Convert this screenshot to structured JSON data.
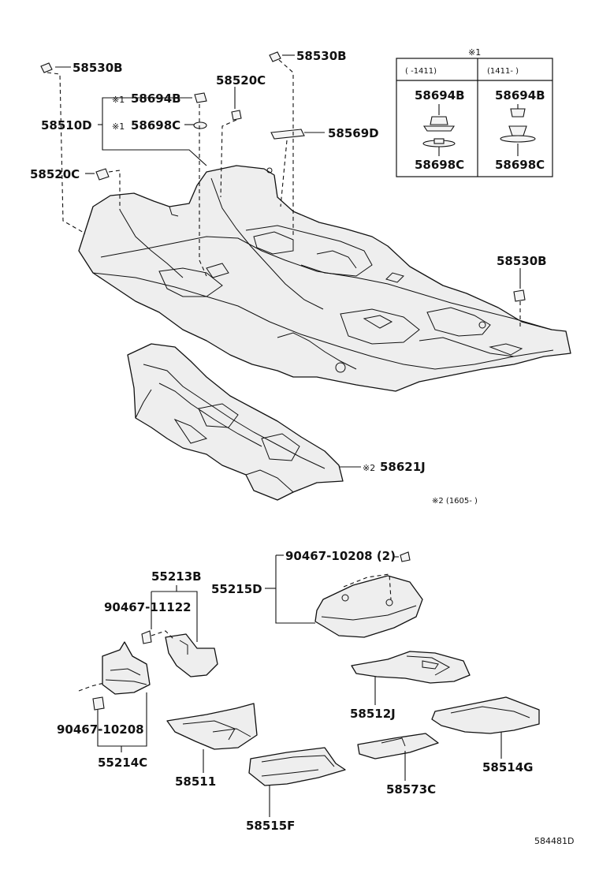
{
  "parts": {
    "p58530B_a": "58530B",
    "p58530B_b": "58530B",
    "p58530B_c": "58530B",
    "p58520C_a": "58520C",
    "p58520C_b": "58520C",
    "p58694B": "58694B",
    "p58698C": "58698C",
    "p58510D": "58510D",
    "p58569D": "58569D",
    "p58621J": "58621J",
    "p55213B": "55213B",
    "p55215D": "55215D",
    "p90467_10208_2": "90467-10208 (2)",
    "p90467_11122": "90467-11122",
    "p90467_10208": "90467-10208",
    "p55214C": "55214C",
    "p58511": "58511",
    "p58512J": "58512J",
    "p58514G": "58514G",
    "p58515F": "58515F",
    "p58573C": "58573C"
  },
  "marks": {
    "note1": "※1",
    "note2": "※2"
  },
  "inset": {
    "title": "※1",
    "col_left_header": "(  -1411)",
    "col_right_header": "(1411-  )",
    "left_top": "58694B",
    "left_bottom": "58698C",
    "right_top": "58694B",
    "right_bottom": "58698C"
  },
  "footnote": "※2 (1605-    )",
  "diagram_id": "584481D"
}
